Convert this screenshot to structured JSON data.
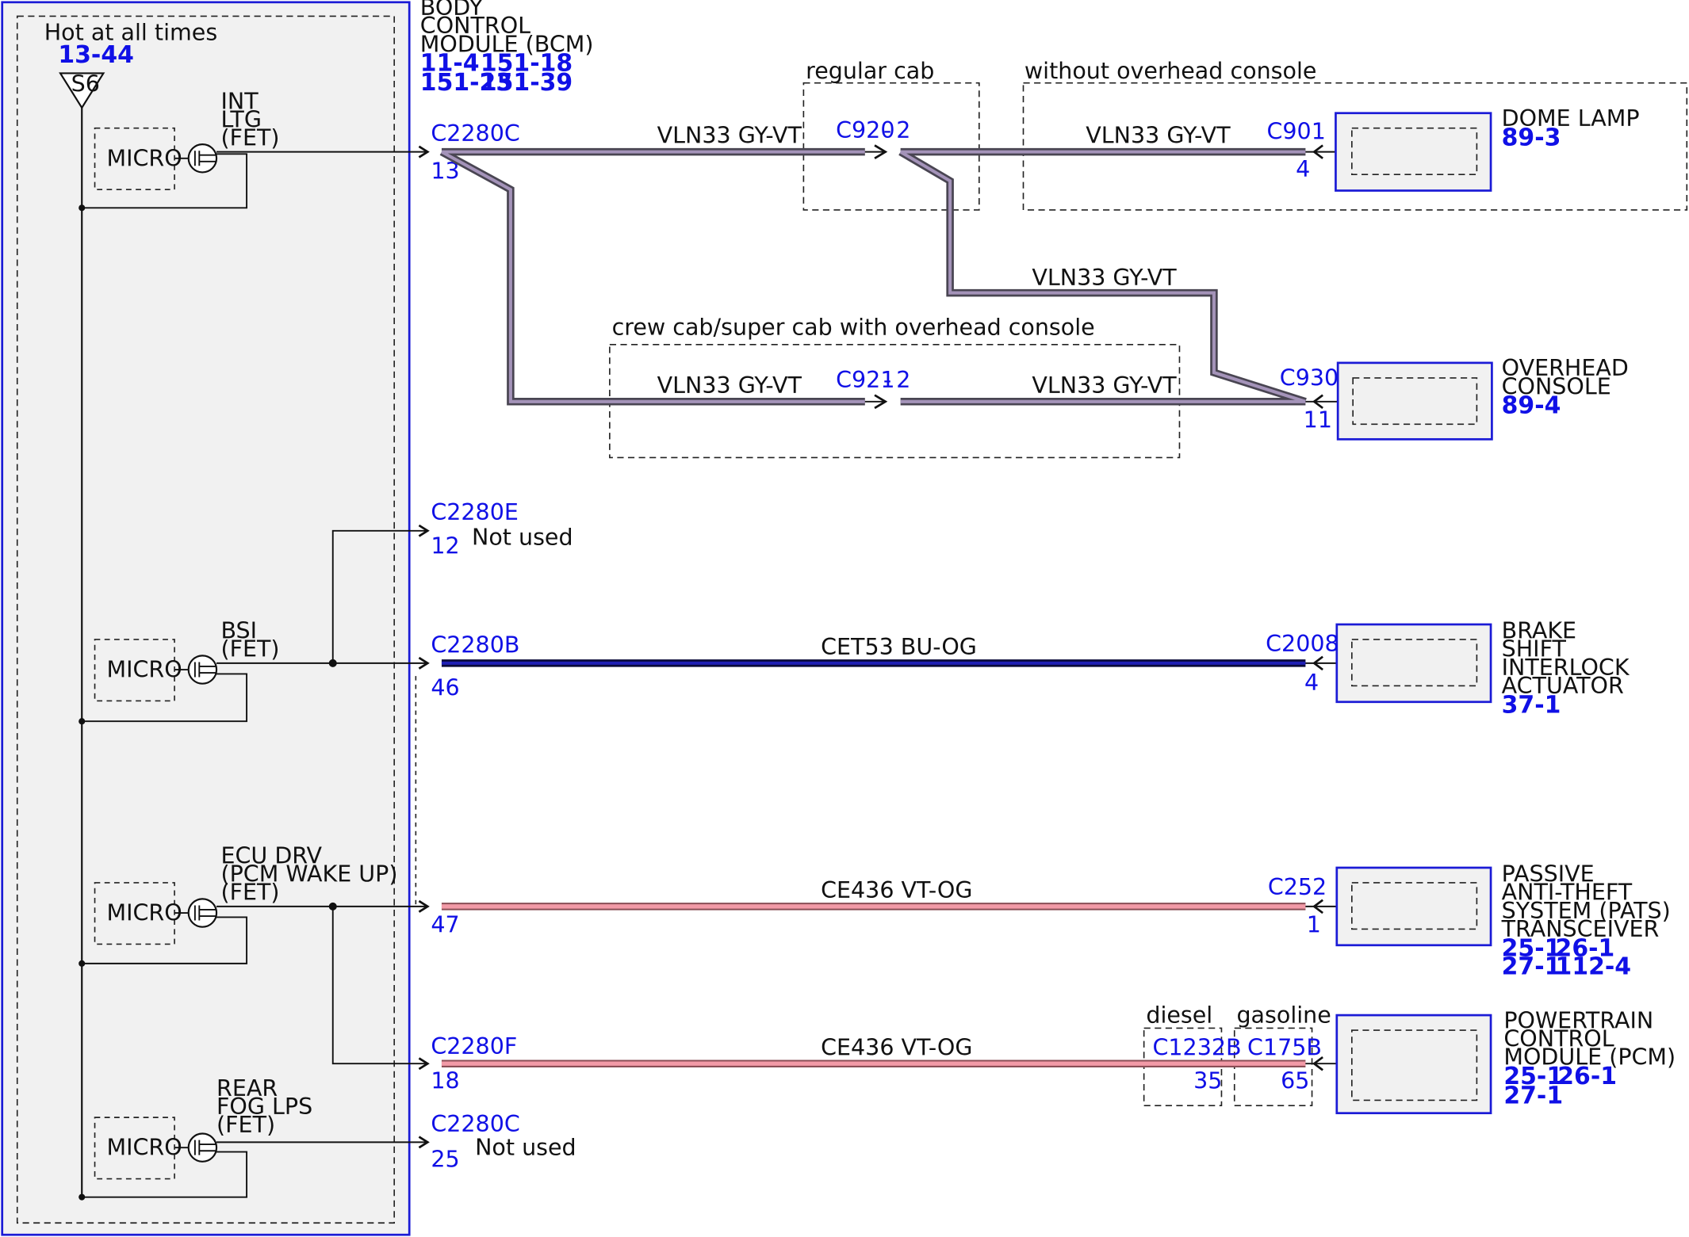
{
  "colors": {
    "module_border": "#1b1bd6",
    "module_fill": "#f1f1f1",
    "connector_text": "#1010e6",
    "wire_gy_vt": "#a493b9",
    "wire_gy_vt_edge": "#494552",
    "wire_bu_og": "#1f1fb4",
    "wire_bu_og_edge": "#0a0a3a",
    "wire_vt_og": "#f29aa7",
    "wire_vt_og_edge": "#8a4d55"
  },
  "bcm": {
    "hot_label": "Hot at all times",
    "hot_ref": "13-44",
    "fuse": "S6",
    "title_lines": [
      "BODY",
      "CONTROL",
      "MODULE (BCM)"
    ],
    "refs": [
      "11-4",
      "151-18",
      "151-23",
      "151-39"
    ],
    "micro_label": "MICRO",
    "drivers": [
      {
        "lines": [
          "INT",
          "LTG",
          "(FET)"
        ]
      },
      {
        "lines": [
          "BSI",
          "(FET)"
        ]
      },
      {
        "lines": [
          "ECU DRV",
          "(PCM WAKE UP)",
          "(FET)"
        ]
      },
      {
        "lines": [
          "REAR",
          "FOG LPS",
          "(FET)"
        ]
      }
    ]
  },
  "bcm_pins": [
    {
      "connector": "C2280C",
      "pin": "13"
    },
    {
      "connector": "C2280E",
      "pin": "12",
      "note": "Not used"
    },
    {
      "connector": "C2280B",
      "pin": "46"
    },
    {
      "connector": "",
      "pin": "47"
    },
    {
      "connector": "C2280F",
      "pin": "18"
    },
    {
      "connector": "C2280C",
      "pin": "25",
      "note": "Not used"
    }
  ],
  "option_boxes": {
    "regular_cab": "regular cab",
    "without_overhead": "without overhead console",
    "crew_cab": "crew cab/super cab with overhead console",
    "diesel": "diesel",
    "gasoline": "gasoline"
  },
  "inline_connectors": {
    "c920": {
      "name": "C920",
      "pin": "2"
    },
    "c921": {
      "name": "C921",
      "pin": "2"
    },
    "c1232b": {
      "name": "C1232B",
      "pin": "35"
    },
    "c175b": {
      "name": "C175B",
      "pin": "65"
    }
  },
  "circuits": {
    "vln33": "VLN33   GY-VT",
    "cet53": "CET53   BU-OG",
    "ce436": "CE436   VT-OG"
  },
  "components": {
    "dome_lamp": {
      "lines": [
        "DOME LAMP"
      ],
      "refs": [
        "89-3"
      ],
      "connector": "C901",
      "pin": "4"
    },
    "overhead_console": {
      "lines": [
        "OVERHEAD",
        "CONSOLE"
      ],
      "refs": [
        "89-4"
      ],
      "connector": "C930",
      "pin": "11"
    },
    "bsi_actuator": {
      "lines": [
        "BRAKE",
        "SHIFT",
        "INTERLOCK",
        "ACTUATOR"
      ],
      "refs": [
        "37-1"
      ],
      "connector": "C2008",
      "pin": "4"
    },
    "pats": {
      "lines": [
        "PASSIVE",
        "ANTI-THEFT",
        "SYSTEM (PATS)",
        "TRANSCEIVER"
      ],
      "refs": [
        "25-1",
        "26-1",
        "27-1",
        "112-4"
      ],
      "connector": "C252",
      "pin": "1"
    },
    "pcm": {
      "lines": [
        "POWERTRAIN",
        "CONTROL",
        "MODULE (PCM)"
      ],
      "refs": [
        "25-1",
        "26-1",
        "27-1"
      ]
    }
  }
}
